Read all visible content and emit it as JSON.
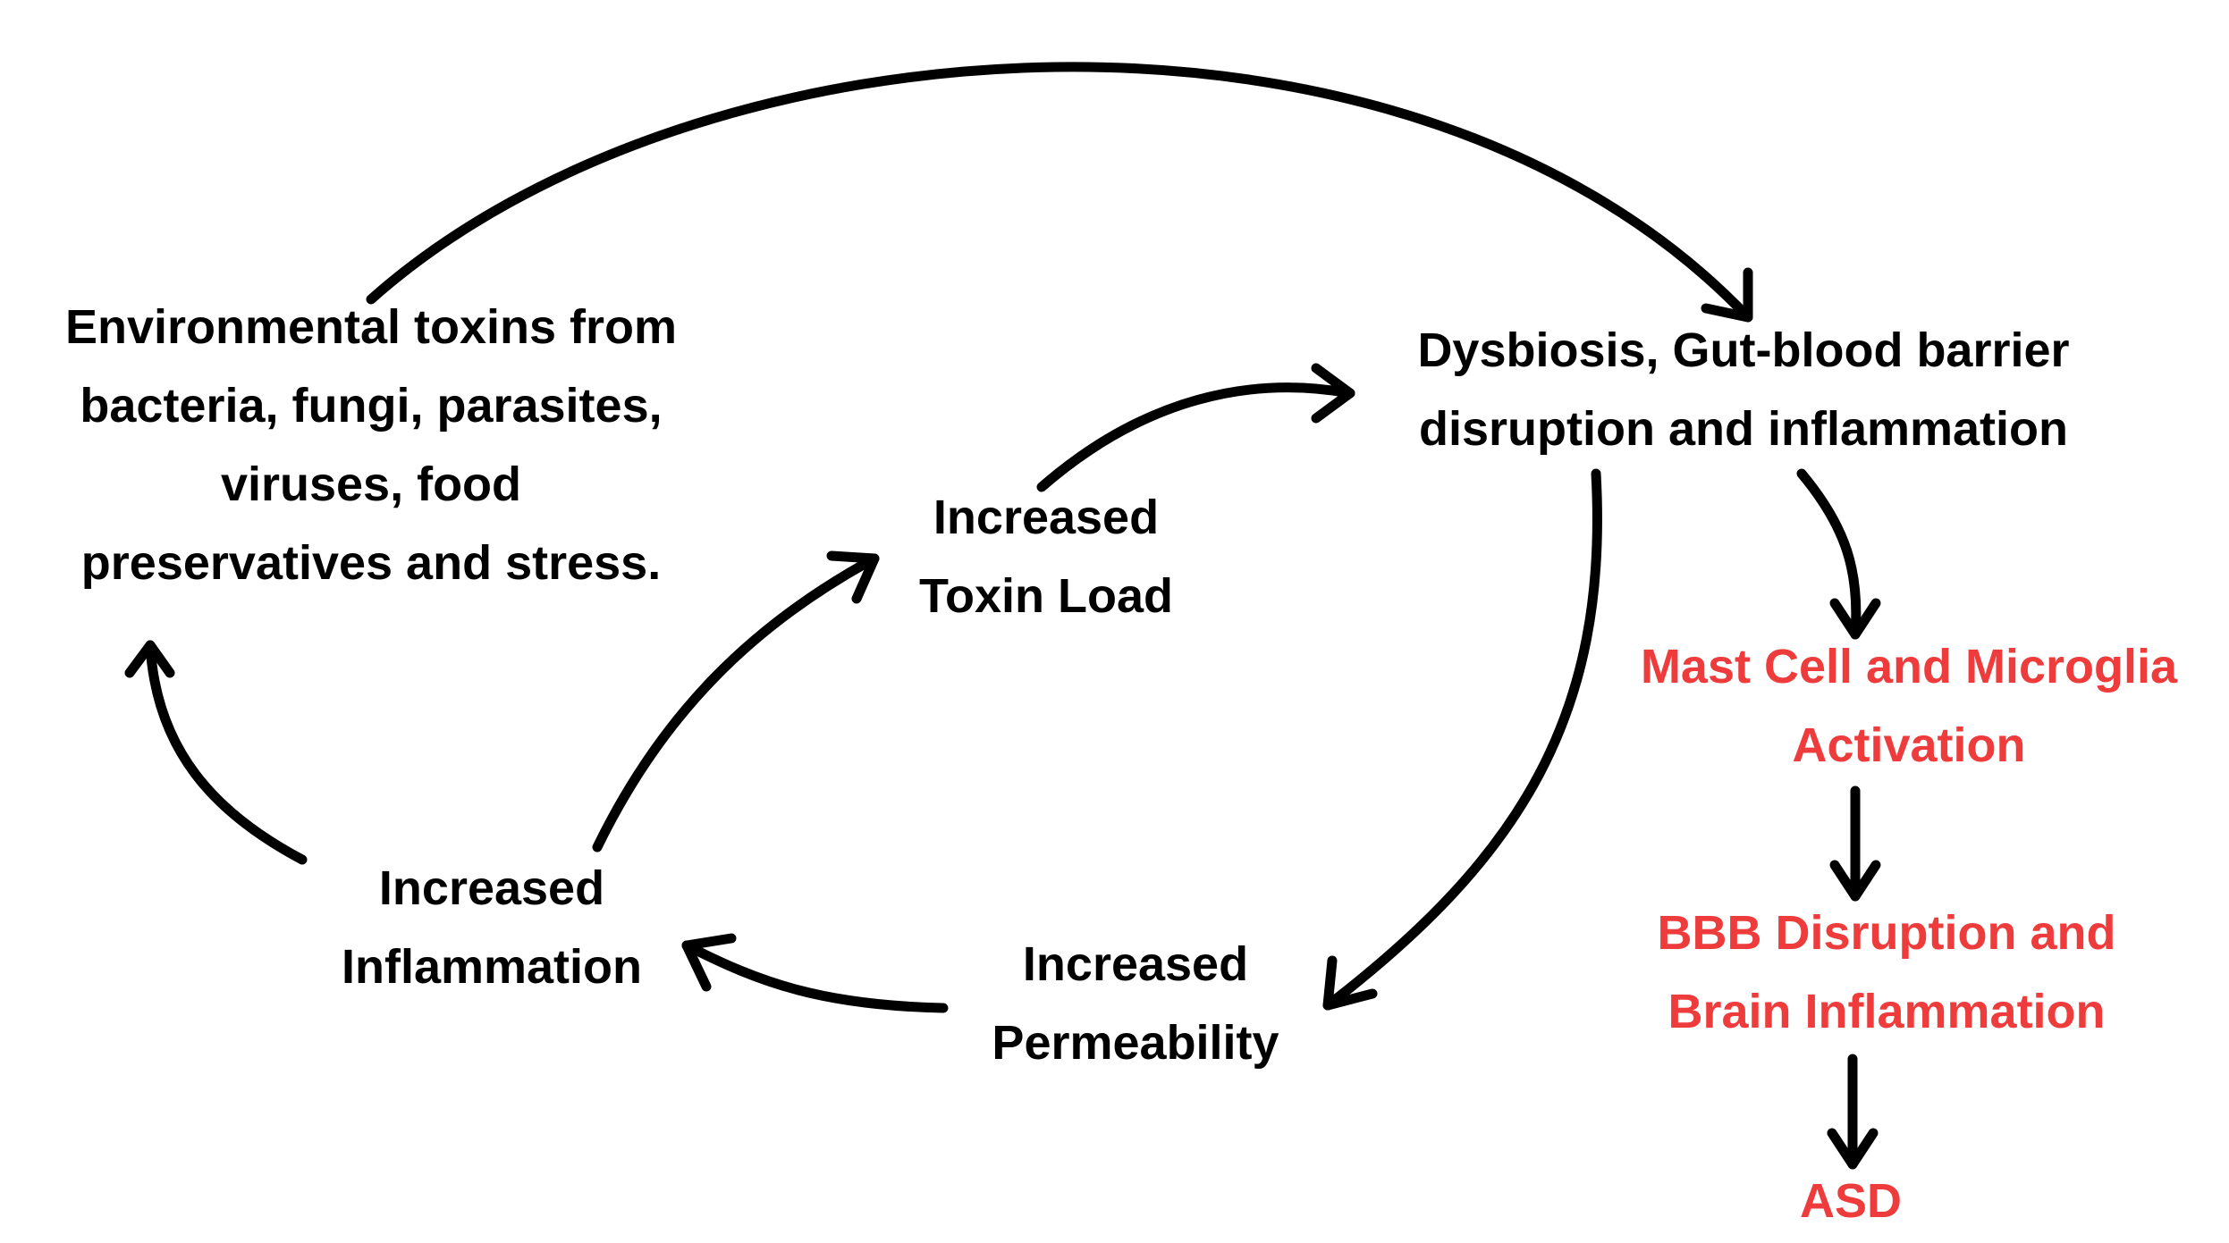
{
  "nodes": {
    "environmental_toxins": [
      "Environmental toxins from",
      "bacteria, fungi, parasites,",
      "viruses, food",
      "preservatives and stress."
    ],
    "dysbiosis": [
      "Dysbiosis, Gut-blood barrier",
      "disruption and inflammation"
    ],
    "toxin_load": [
      "Increased",
      "Toxin Load"
    ],
    "inflammation": [
      "Increased",
      "Inflammation"
    ],
    "permeability": [
      "Increased",
      "Permeability"
    ],
    "mast_cell": [
      "Mast Cell and Microglia",
      "Activation"
    ],
    "bbb": [
      "BBB Disruption and",
      "Brain Inflammation"
    ],
    "asd": [
      "ASD"
    ]
  },
  "colors": {
    "text": "#000000",
    "highlight": "#ee3b3b",
    "arrow": "#000000"
  },
  "edges": [
    {
      "from": "environmental_toxins",
      "to": "dysbiosis"
    },
    {
      "from": "toxin_load",
      "to": "dysbiosis"
    },
    {
      "from": "dysbiosis",
      "to": "permeability"
    },
    {
      "from": "dysbiosis",
      "to": "mast_cell"
    },
    {
      "from": "permeability",
      "to": "inflammation"
    },
    {
      "from": "inflammation",
      "to": "toxin_load"
    },
    {
      "from": "inflammation",
      "to": "environmental_toxins"
    },
    {
      "from": "mast_cell",
      "to": "bbb"
    },
    {
      "from": "bbb",
      "to": "asd"
    }
  ]
}
